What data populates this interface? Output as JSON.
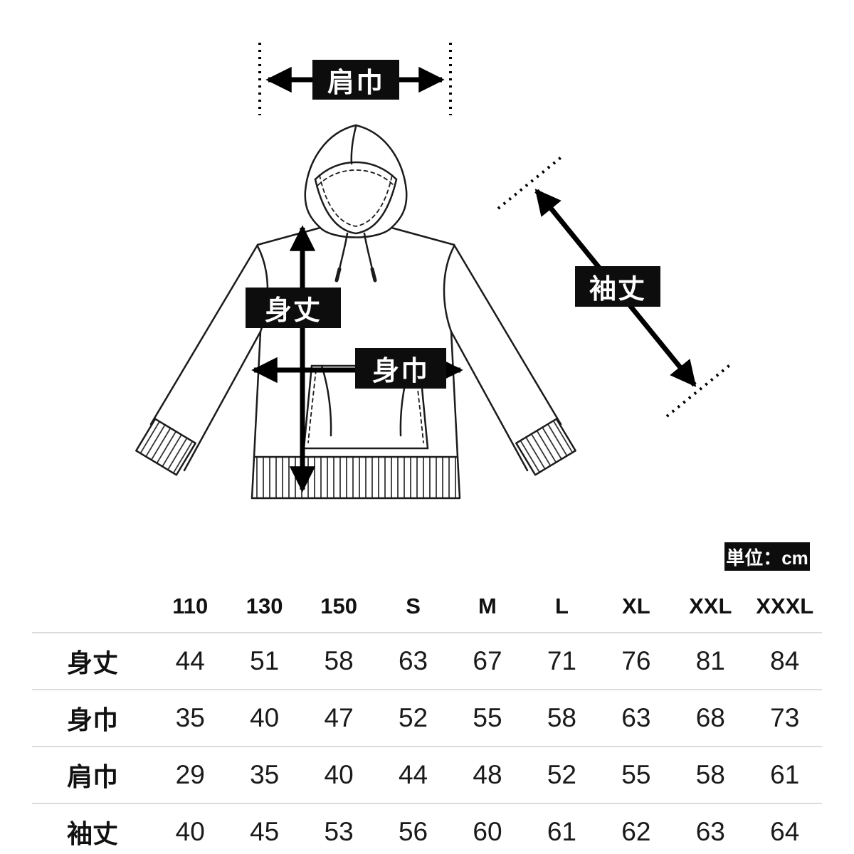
{
  "unit_badge": {
    "text": "単位：cm"
  },
  "measurements": {
    "shoulder_width": "肩巾",
    "body_length": "身丈",
    "body_width": "身巾",
    "sleeve_length": "袖丈"
  },
  "table": {
    "sizes": [
      "110",
      "130",
      "150",
      "S",
      "M",
      "L",
      "XL",
      "XXL",
      "XXXL"
    ],
    "rows": [
      {
        "label": "身丈",
        "values": [
          44,
          51,
          58,
          63,
          67,
          71,
          76,
          81,
          84
        ]
      },
      {
        "label": "身巾",
        "values": [
          35,
          40,
          47,
          52,
          55,
          58,
          63,
          68,
          73
        ]
      },
      {
        "label": "肩巾",
        "values": [
          29,
          35,
          40,
          44,
          48,
          52,
          55,
          58,
          61
        ]
      },
      {
        "label": "袖丈",
        "values": [
          40,
          45,
          53,
          56,
          60,
          61,
          62,
          63,
          64
        ]
      }
    ]
  }
}
